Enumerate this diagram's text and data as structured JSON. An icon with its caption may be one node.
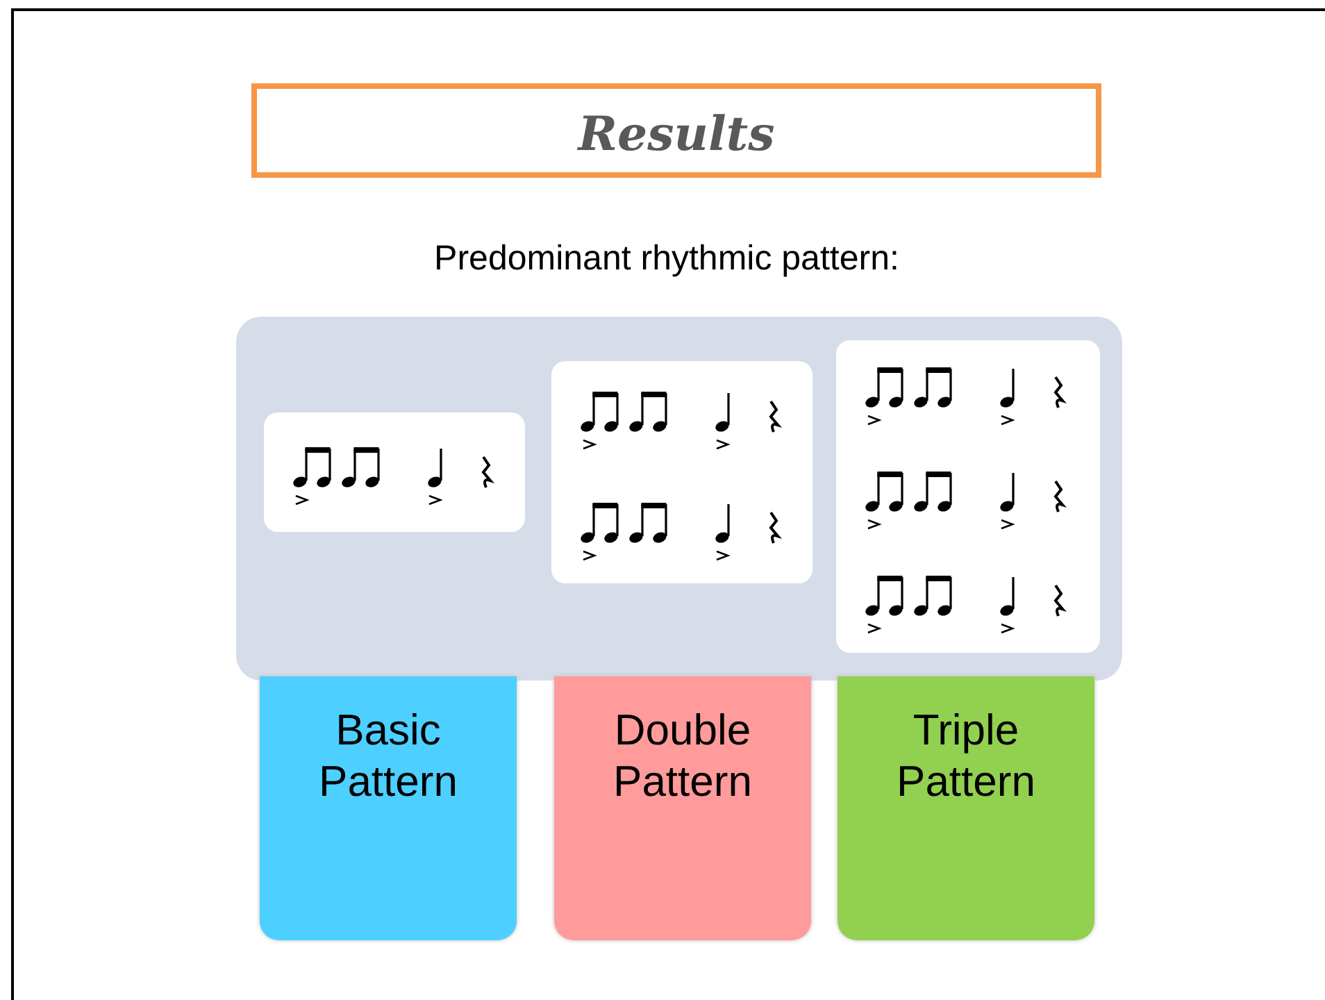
{
  "diagram": {
    "title": "Results",
    "nodes": [
      {
        "text": [
          "Basic Pattern"
        ]
      },
      {
        "text": [
          "Double Pattern"
        ]
      },
      {
        "text": [
          "Triple Pattern"
        ]
      }
    ],
    "labels": [
      "Predominant rhythmic pattern:"
    ]
  }
}
